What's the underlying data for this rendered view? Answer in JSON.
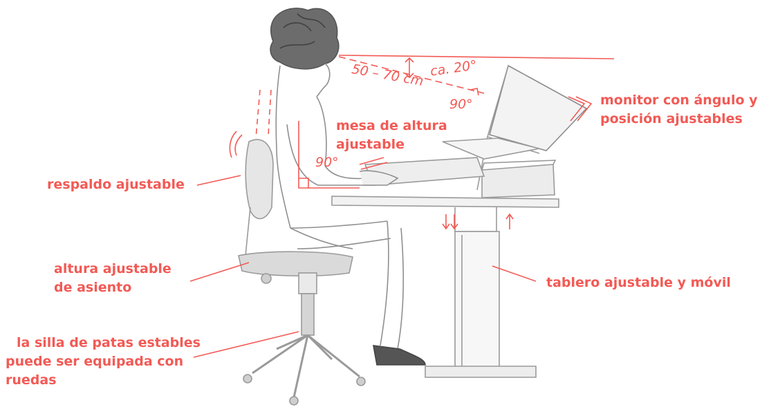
{
  "accent_color": "#f25a55",
  "labels": {
    "monitor": [
      "monitor con ángulo y",
      "posición ajustables"
    ],
    "desk": [
      "mesa de altura",
      "ajustable"
    ],
    "backrest": "respaldo ajustable",
    "seat": [
      "altura ajustable",
      "de asiento"
    ],
    "board": "tablero ajustable y móvil",
    "chair": [
      "la silla de patas estables",
      "puede ser equipada con",
      "ruedas"
    ]
  },
  "dimensions": {
    "distance": "50 – 70 cm",
    "tilt": "ca. 20°",
    "monitor_angle": "90°",
    "elbow_angle": "90°"
  },
  "icons": [
    "adjust-arrows-icon",
    "up-arrow-icon",
    "down-arrows-icon"
  ]
}
